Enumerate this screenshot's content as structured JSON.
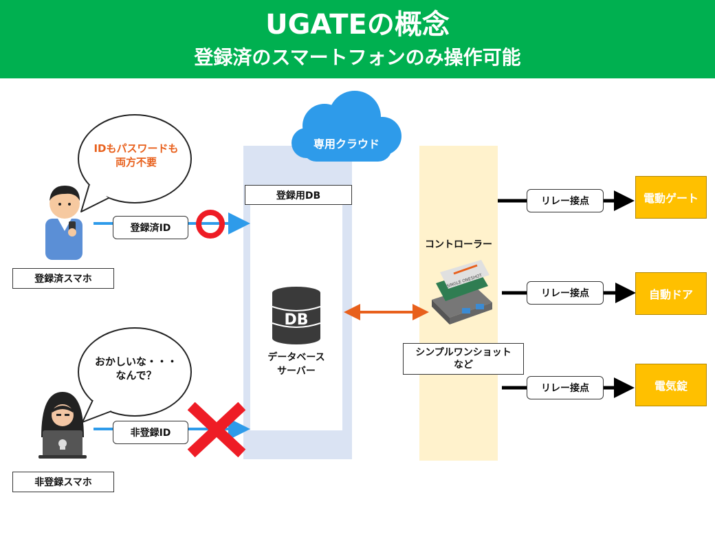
{
  "header": {
    "title": "UGATEの概念",
    "subtitle": "登録済のスマートフォンのみ操作可能"
  },
  "cloud": {
    "label": "専用クラウド"
  },
  "db_box": {
    "label": "登録用DB"
  },
  "db_icon": {
    "text": "DB"
  },
  "server": {
    "line1": "データベース",
    "line2": "サーバー"
  },
  "registered_user": {
    "bubble_line1": "IDもパスワードも",
    "bubble_line2": "両方不要",
    "id_label": "登録済ID",
    "device_label": "登録済スマホ"
  },
  "unregistered_user": {
    "bubble_line1": "おかしいな・・・",
    "bubble_line2": "なんで？",
    "id_label": "非登録ID",
    "device_label": "非登録スマホ"
  },
  "controller": {
    "title": "コントローラー",
    "device_line1": "シンプルワンショット",
    "device_line2": "など",
    "board_text": "SINGLE ONESHOT"
  },
  "relay_label": "リレー接点",
  "outputs": [
    "電動ゲート",
    "自動ドア",
    "電気錠"
  ],
  "colors": {
    "header_green": "#00b050",
    "orange_text": "#e8601c",
    "output_gold": "#ffc000",
    "arrow_blue": "#2e9bea",
    "cross_red": "#ee1c25"
  }
}
